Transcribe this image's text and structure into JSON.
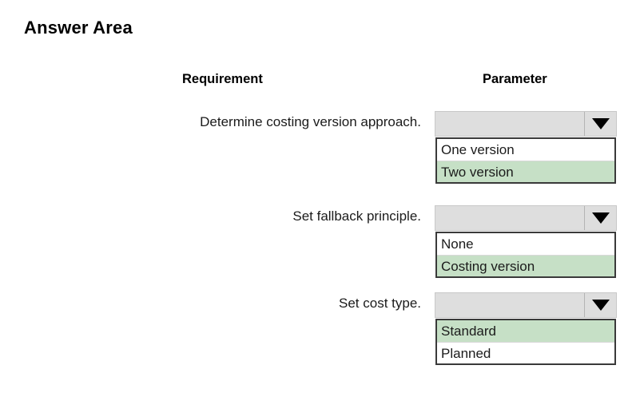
{
  "page": {
    "title": "Answer Area"
  },
  "table": {
    "headers": {
      "requirement": "Requirement",
      "parameter": "Parameter"
    },
    "rows": [
      {
        "requirement": "Determine costing version approach.",
        "dropdown": {
          "value": "",
          "arrow_icon": "chevron-down-icon",
          "expanded": true,
          "options": [
            {
              "label": "One version",
              "selected": false
            },
            {
              "label": "Two version",
              "selected": true
            }
          ]
        }
      },
      {
        "requirement": "Set fallback principle.",
        "dropdown": {
          "value": "",
          "arrow_icon": "chevron-down-icon",
          "expanded": true,
          "options": [
            {
              "label": "None",
              "selected": false
            },
            {
              "label": "Costing version",
              "selected": true
            }
          ]
        }
      },
      {
        "requirement": "Set cost type.",
        "dropdown": {
          "value": "",
          "arrow_icon": "chevron-down-icon",
          "expanded": true,
          "options": [
            {
              "label": "Standard",
              "selected": true
            },
            {
              "label": "Planned",
              "selected": false
            }
          ]
        }
      }
    ]
  },
  "colors": {
    "combo_background": "#dedede",
    "option_background": "#ffffff",
    "option_selected_background": "#c6e0c6",
    "list_border": "#3a3a3a",
    "text": "#1b1b1b",
    "page_background": "#ffffff"
  }
}
